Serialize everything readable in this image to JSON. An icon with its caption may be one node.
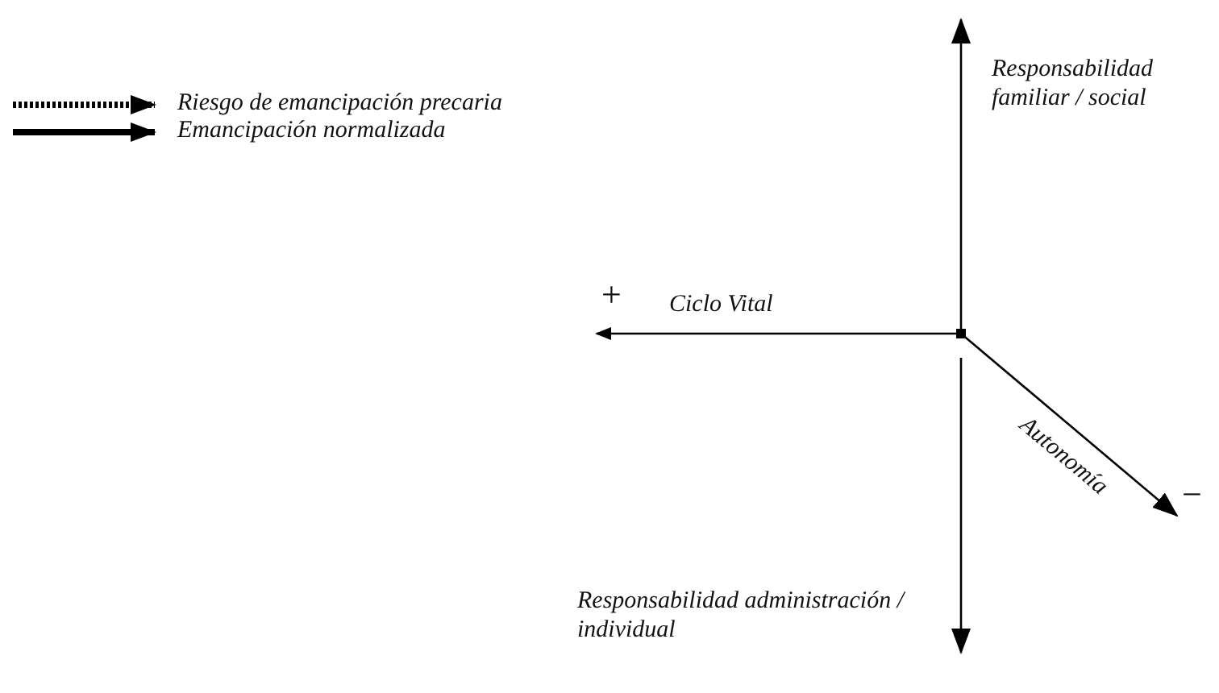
{
  "diagram": {
    "labels": [
      "Responsabilidad familiar / social",
      "+",
      "Ciclo Vital",
      "Autonomía",
      "−",
      "Responsabilidad administración / individual"
    ],
    "legend": [
      {
        "text": "Riesgo de emancipación precaria"
      },
      {
        "text": "Emancipación normalizada"
      }
    ]
  }
}
